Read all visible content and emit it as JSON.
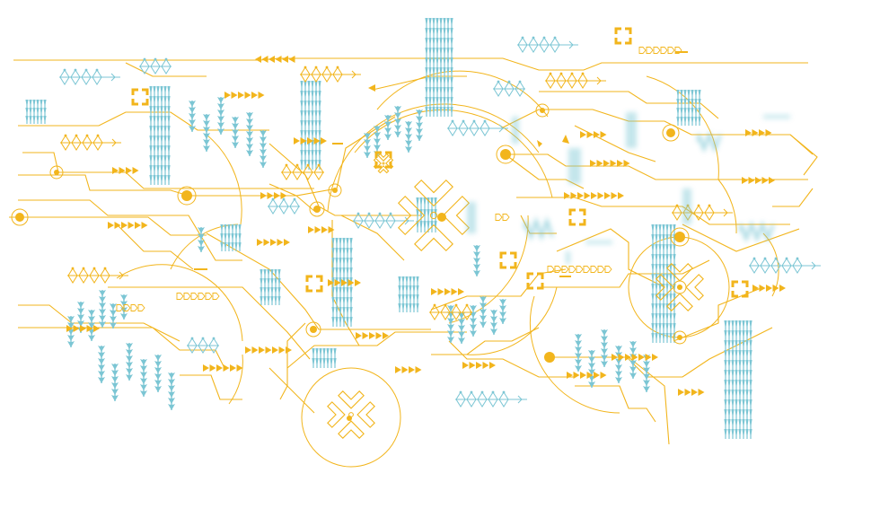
{
  "colors": {
    "background": "#ffffff",
    "trace": "#f2b51c",
    "accent_blue": "#7cc6d4"
  },
  "icons": [
    "circuit-trace",
    "node-dot",
    "arrow-chain",
    "diamond-chain",
    "barcode-strip",
    "chevron-emblem",
    "x-knot-icon",
    "dashed-tick"
  ]
}
